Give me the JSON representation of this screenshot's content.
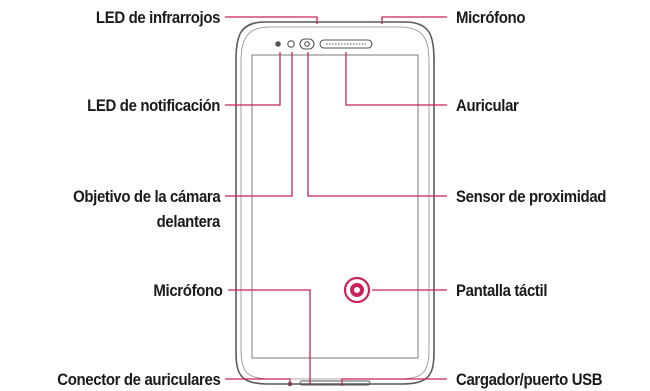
{
  "labels": {
    "ir_led": "LED de infrarrojos",
    "mic_top": "Micrófono",
    "notification_led": "LED de notificación",
    "earpiece": "Auricular",
    "front_camera_line1": "Objetivo de la cámara",
    "front_camera_line2": "delantera",
    "proximity_sensor": "Sensor de proximidad",
    "mic_bottom": "Micrófono",
    "touch_screen": "Pantalla táctil",
    "headset_jack": "Conector de auriculares",
    "charger_usb": "Cargador/puerto USB"
  },
  "colors": {
    "leader_line": "#c8235a",
    "touch_icon": "#c8235a",
    "phone_outline": "#555555",
    "text": "#1a1a1a"
  }
}
